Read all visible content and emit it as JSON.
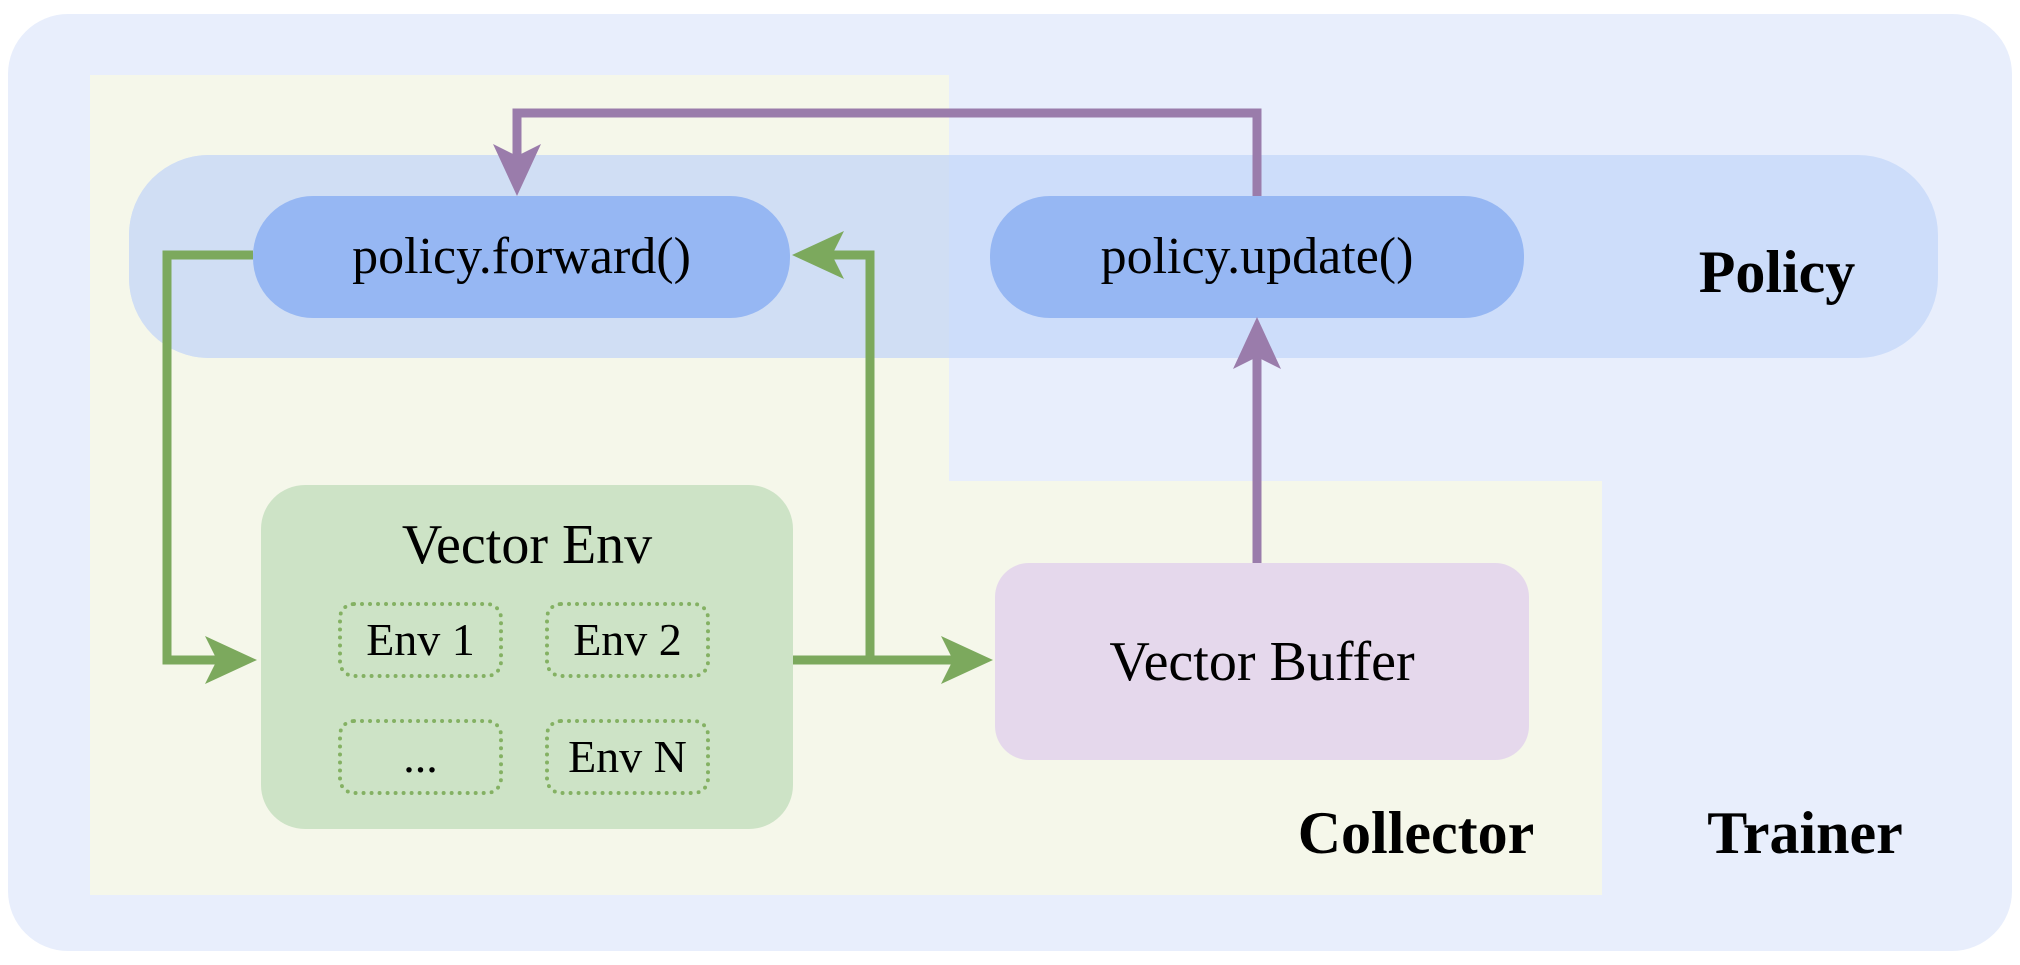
{
  "diagram": {
    "regions": {
      "trainer": {
        "label": "Trainer"
      },
      "collector": {
        "label": "Collector"
      },
      "policy": {
        "label": "Policy"
      }
    },
    "nodes": {
      "policy_forward": {
        "label": "policy.forward()"
      },
      "policy_update": {
        "label": "policy.update()"
      },
      "vector_env": {
        "label": "Vector Env"
      },
      "vector_buffer": {
        "label": "Vector Buffer"
      }
    },
    "env_cells": [
      {
        "label": "Env 1"
      },
      {
        "label": "Env 2"
      },
      {
        "label": "..."
      },
      {
        "label": "Env N"
      }
    ],
    "colors": {
      "page_bg": "#ffffff",
      "trainer_bg": "#e8eefc",
      "collector_bg": "#f5f7ea",
      "policy_band": "#cdddfa",
      "policy_band_over_collector": "#d0def4",
      "node_pill": "#96b7f3",
      "vector_env_bg": "#cde3c6",
      "env_cell_border": "#84b163",
      "vector_buffer_bg": "#e5d8ec",
      "arrow_green": "#7ca95d",
      "arrow_purple": "#9a7cab",
      "text": "#000000"
    }
  }
}
